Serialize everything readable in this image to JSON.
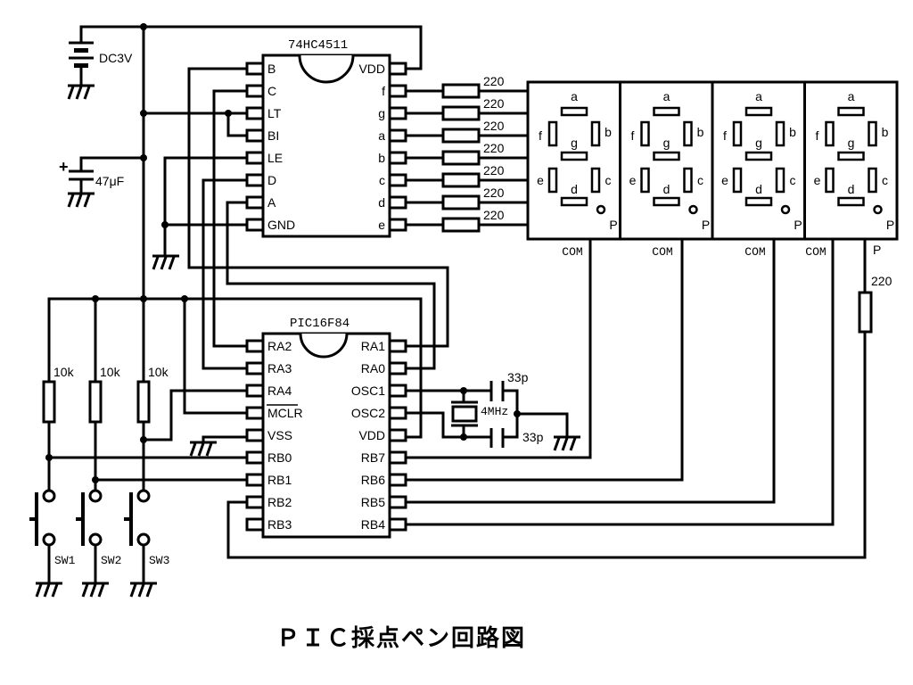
{
  "diagram": {
    "title": "ＰＩＣ採点ペン回路図",
    "power": {
      "battery_label": "DC3V",
      "cap_label": "47μF",
      "cap_polarity": "+"
    },
    "decoder": {
      "name": "74HC4511",
      "left_pins": [
        "B",
        "C",
        "LT",
        "BI",
        "LE",
        "D",
        "A",
        "GND"
      ],
      "right_pins": [
        "VDD",
        "f",
        "g",
        "a",
        "b",
        "c",
        "d",
        "e"
      ]
    },
    "segment_resistors": [
      "220",
      "220",
      "220",
      "220",
      "220",
      "220",
      "220"
    ],
    "mcu": {
      "name": "PIC16F84",
      "left_pins": [
        "RA2",
        "RA3",
        "RA4",
        "MCLR",
        "VSS",
        "RB0",
        "RB1",
        "RB2",
        "RB3"
      ],
      "right_pins": [
        "RA1",
        "RA0",
        "OSC1",
        "OSC2",
        "VDD",
        "RB7",
        "RB6",
        "RB5",
        "RB4"
      ]
    },
    "crystal": {
      "label": "4MHz",
      "cap1": "33p",
      "cap2": "33p"
    },
    "pullups": [
      "10k",
      "10k",
      "10k"
    ],
    "switches": [
      "SW1",
      "SW2",
      "SW3"
    ],
    "display": {
      "digits": 4,
      "segment_labels": {
        "a": "a",
        "b": "b",
        "c": "c",
        "d": "d",
        "e": "e",
        "f": "f",
        "g": "g",
        "p": "P"
      },
      "com_labels": [
        "COM",
        "COM",
        "COM",
        "COM"
      ],
      "dp_label": "P",
      "dp_resistor": "220"
    }
  }
}
